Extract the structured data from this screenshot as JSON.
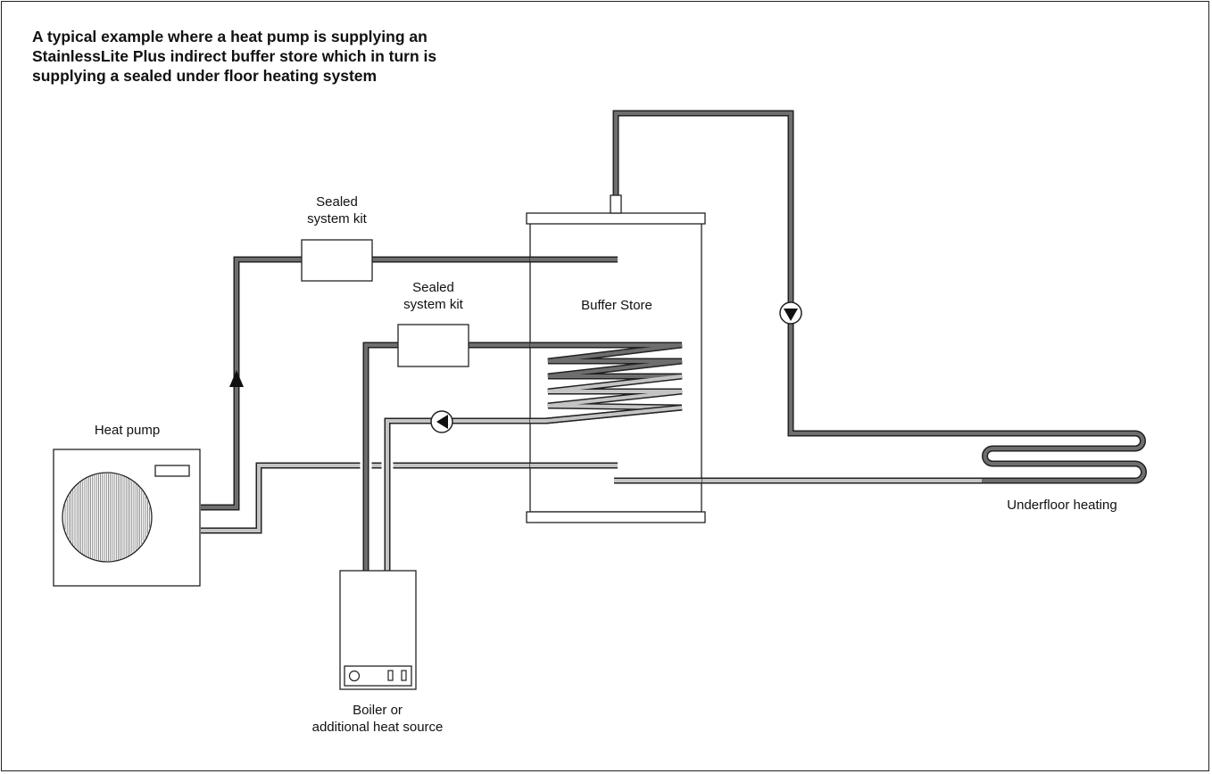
{
  "title": {
    "line1": "A typical example where a heat pump is supplying an",
    "line2": "StainlessLite Plus indirect buffer store which in turn is",
    "line3": "supplying a sealed under floor heating system"
  },
  "labels": {
    "sealed_kit_1": [
      "Sealed",
      "system kit"
    ],
    "sealed_kit_2": [
      "Sealed",
      "system kit"
    ],
    "buffer_store": "Buffer Store",
    "heat_pump": "Heat pump",
    "underfloor": "Underfloor heating",
    "boiler": [
      "Boiler or",
      "additional heat source"
    ]
  },
  "colors": {
    "outline": "#222222",
    "flow_pipe": "#6e6e6e",
    "return_pipe": "#c4c4c4"
  },
  "icons": {
    "pump": "circulating-pump-icon",
    "flow_arrow": "arrow-up-icon",
    "fan": "fan-grille-icon"
  }
}
